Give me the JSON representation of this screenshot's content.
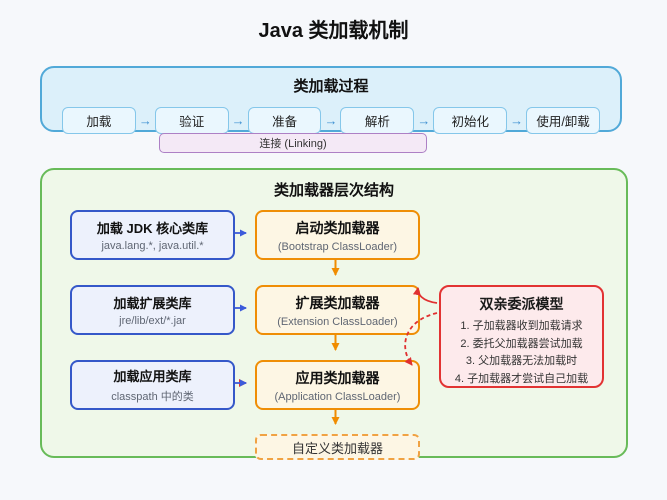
{
  "page": {
    "title": "Java 类加载机制"
  },
  "icons": {
    "arrow_right": "→"
  },
  "process": {
    "title": "类加载过程",
    "steps": [
      "加载",
      "验证",
      "准备",
      "解析",
      "初始化",
      "使用/卸载"
    ],
    "linking_label": "连接 (Linking)"
  },
  "hierarchy": {
    "title": "类加载器层次结构",
    "rows": [
      {
        "lib_title": "加载 JDK 核心类库",
        "lib_sub": "java.lang.*, java.util.*",
        "loader_title": "启动类加载器",
        "loader_sub": "(Bootstrap ClassLoader)"
      },
      {
        "lib_title": "加载扩展类库",
        "lib_sub": "jre/lib/ext/*.jar",
        "loader_title": "扩展类加载器",
        "loader_sub": "(Extension ClassLoader)"
      },
      {
        "lib_title": "加载应用类库",
        "lib_sub": "classpath 中的类",
        "loader_title": "应用类加载器",
        "loader_sub": "(Application ClassLoader)"
      }
    ],
    "custom_loader_label": "自定义类加载器",
    "delegation": {
      "title": "双亲委派模型",
      "items": [
        "1. 子加载器收到加载请求",
        "2. 委托父加载器尝试加载",
        "3. 父加载器无法加载时",
        "4. 子加载器才尝试自己加载"
      ]
    }
  },
  "colors": {
    "page_background": "#f6f8fb",
    "process_fill": "#dcf0fa",
    "process_border": "#51a9d8",
    "step_fill": "#eaf7fe",
    "step_border": "#85c7ea",
    "linking_fill": "#f4e9f6",
    "linking_border": "#ad80c5",
    "hierarchy_fill": "#eff8e9",
    "hierarchy_border": "#68bb59",
    "lib_fill": "#edf1fc",
    "lib_border": "#3558c9",
    "loader_fill": "#fdf6e4",
    "loader_border": "#ef8e06",
    "delegation_fill": "#fdeaec",
    "delegation_border": "#e23333",
    "arrow_blue": "#3b5bdb",
    "arrow_orange": "#f08c00",
    "arrow_red": "#e03131"
  }
}
